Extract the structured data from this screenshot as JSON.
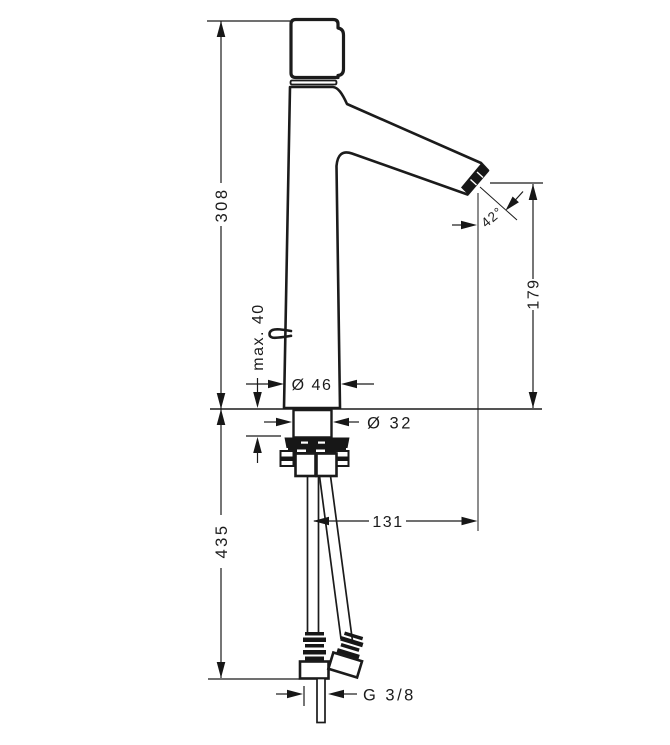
{
  "diagram": {
    "type": "technical-dimension-drawing",
    "subject": "single-lever basin mixer tap, side elevation with installation dimensions (mm)",
    "labels": {
      "total_height": "308",
      "hose_length": "435",
      "max_mounting_thickness": "max. 40",
      "body_diameter": "Ø 46",
      "shank_diameter": "Ø 32",
      "spout_reach": "131",
      "spout_outlet_height": "179",
      "spout_angle": "42°",
      "connection_thread": "G 3/8"
    },
    "colors": {
      "line": "#1b1b1b",
      "background": "#ffffff"
    }
  }
}
